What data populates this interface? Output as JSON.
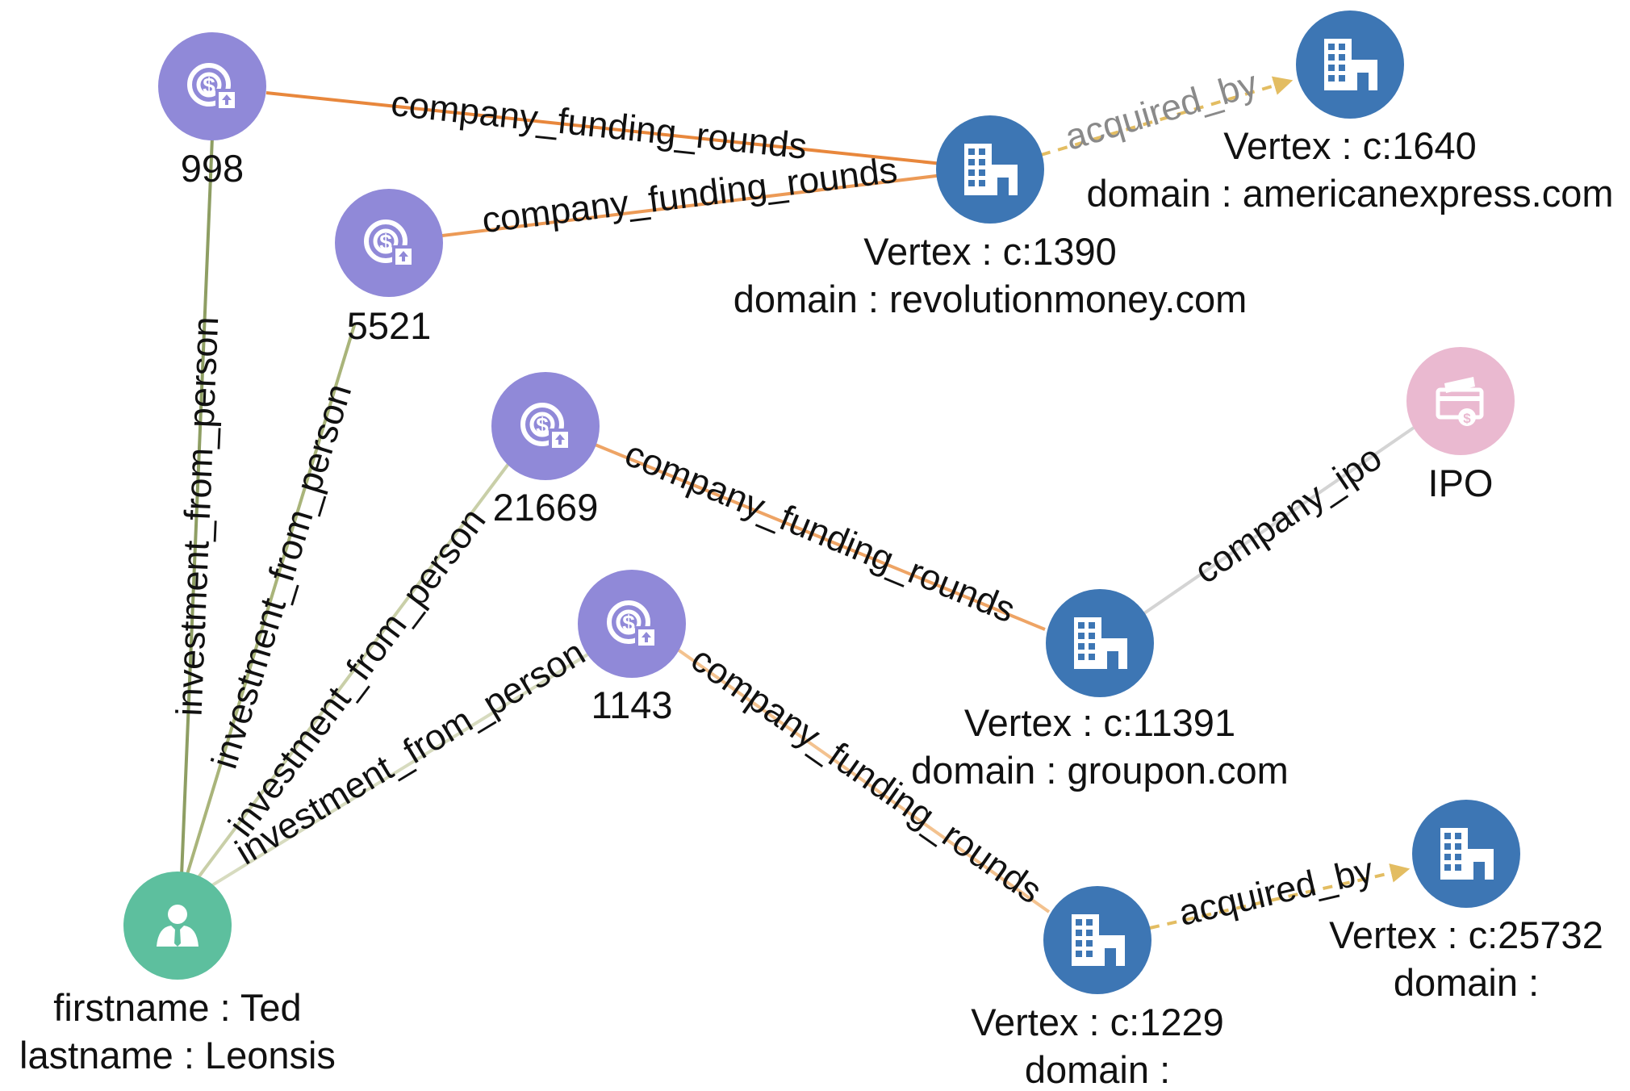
{
  "colors": {
    "funding_round": "#9089d8",
    "company": "#3d76b4",
    "person": "#5dbf9e",
    "ipo": "#eab9d0",
    "edge_investment": "#8e9e63",
    "edge_funding": "#e8873c",
    "edge_acquired": "#e3bd62",
    "edge_ipo": "#d4d4d4"
  },
  "nodes": {
    "fr998": {
      "type": "funding_round",
      "icon": "funding-round-icon",
      "lines": [
        "998"
      ]
    },
    "fr5521": {
      "type": "funding_round",
      "icon": "funding-round-icon",
      "lines": [
        "5521"
      ]
    },
    "fr21669": {
      "type": "funding_round",
      "icon": "funding-round-icon",
      "lines": [
        "21669"
      ]
    },
    "fr1143": {
      "type": "funding_round",
      "icon": "funding-round-icon",
      "lines": [
        "1143"
      ]
    },
    "c1390": {
      "type": "company",
      "icon": "building-icon",
      "lines": [
        "Vertex : c:1390",
        "domain : revolutionmoney.com"
      ]
    },
    "c1640": {
      "type": "company",
      "icon": "building-icon",
      "lines": [
        "Vertex : c:1640",
        "domain : americanexpress.com"
      ]
    },
    "c11391": {
      "type": "company",
      "icon": "building-icon",
      "lines": [
        "Vertex : c:11391",
        "domain : groupon.com"
      ]
    },
    "c1229": {
      "type": "company",
      "icon": "building-icon",
      "lines": [
        "Vertex : c:1229",
        "domain :"
      ]
    },
    "c25732": {
      "type": "company",
      "icon": "building-icon",
      "lines": [
        "Vertex : c:25732",
        "domain :"
      ]
    },
    "ipo": {
      "type": "ipo",
      "icon": "ipo-money-icon",
      "lines": [
        "IPO"
      ]
    },
    "person": {
      "type": "person",
      "icon": "person-icon",
      "lines": [
        "firstname : Ted",
        "lastname : Leonsis"
      ]
    }
  },
  "edges": {
    "e1": {
      "from": "person",
      "to": "fr998",
      "label": "investment_from_person"
    },
    "e2": {
      "from": "person",
      "to": "fr5521",
      "label": "investment_from_person"
    },
    "e3": {
      "from": "person",
      "to": "fr21669",
      "label": "investment_from_person"
    },
    "e4": {
      "from": "person",
      "to": "fr1143",
      "label": "investment_from_person"
    },
    "e5": {
      "from": "fr998",
      "to": "c1390",
      "label": "company_funding_rounds"
    },
    "e6": {
      "from": "fr5521",
      "to": "c1390",
      "label": "company_funding_rounds"
    },
    "e7": {
      "from": "fr21669",
      "to": "c11391",
      "label": "company_funding_rounds"
    },
    "e8": {
      "from": "fr1143",
      "to": "c1229",
      "label": "company_funding_rounds"
    },
    "e9": {
      "from": "c1390",
      "to": "c1640",
      "label": "acquired_by"
    },
    "e10": {
      "from": "c1229",
      "to": "c25732",
      "label": "acquired_by"
    },
    "e11": {
      "from": "c11391",
      "to": "ipo",
      "label": "company_ipo"
    }
  }
}
